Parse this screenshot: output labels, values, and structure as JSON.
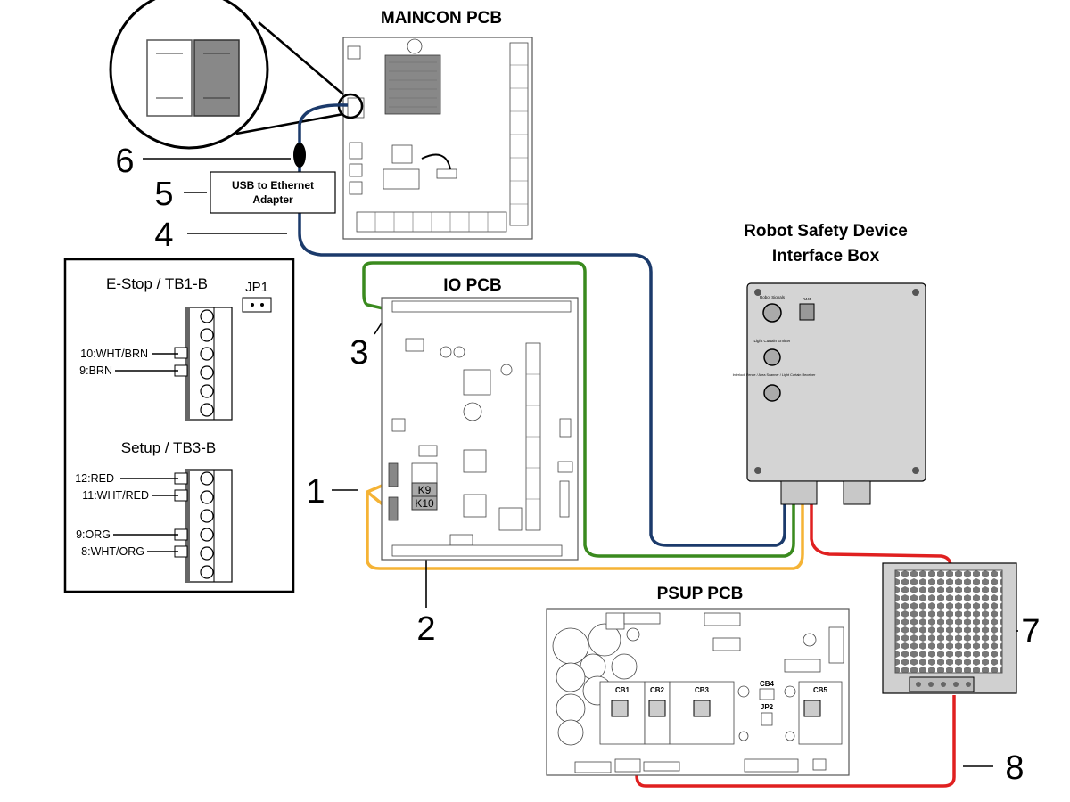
{
  "titles": {
    "maincon": "MAINCON PCB",
    "io": "IO PCB",
    "psup": "PSUP PCB",
    "safety_line1": "Robot Safety Device",
    "safety_line2": "Interface Box"
  },
  "callouts": [
    "1",
    "2",
    "3",
    "4",
    "5",
    "6",
    "7",
    "8"
  ],
  "adapter": {
    "line1": "USB to Ethernet",
    "line2": "Adapter"
  },
  "detail_box": {
    "estop_title": "E-Stop / TB1-B",
    "jp1": "JP1",
    "estop_wires": [
      "10:WHT/BRN",
      "9:BRN"
    ],
    "setup_title": "Setup / TB3-B",
    "setup_wires": [
      "12:RED",
      "11:WHT/RED",
      "9:ORG",
      "8:WHT/ORG"
    ]
  },
  "io_relays": [
    "K9",
    "K10"
  ],
  "safety_box_labels": {
    "robot_signals": "Robot Signals",
    "rj45": "RJ45",
    "emitter": "Light Curtain Emitter",
    "receiver": "Interlock Fence / Area Scanner / Light Curtain Receiver"
  },
  "psup_labels": [
    "CB1",
    "CB2",
    "CB3",
    "CB4",
    "JP2",
    "CB5"
  ],
  "cable_colors": {
    "ethernet": "#1b3a6b",
    "green": "#3a8a1e",
    "yellow": "#f5b335",
    "red": "#e02020"
  }
}
